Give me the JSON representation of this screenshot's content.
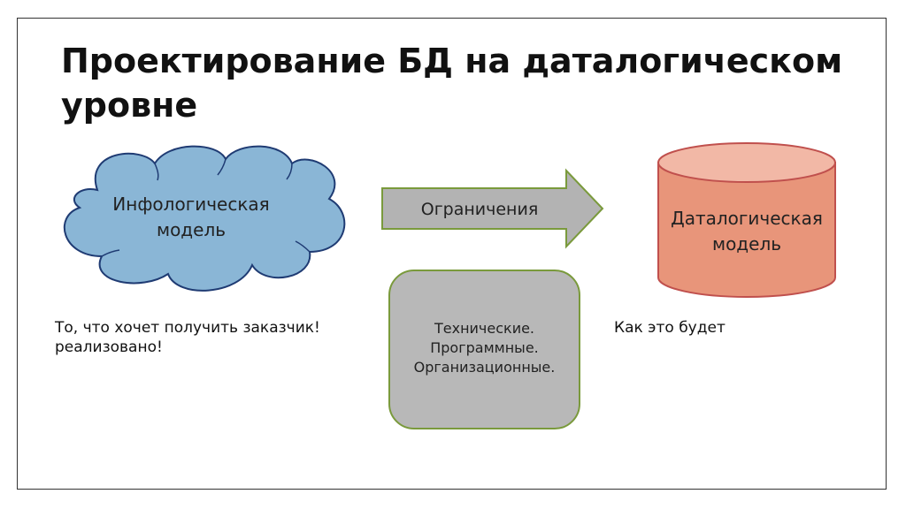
{
  "title": {
    "line1": "Проектирование БД на даталогическом",
    "line2": "уровне"
  },
  "cloud": {
    "line1": "Инфологическая",
    "line2": "модель",
    "fill": "#8ab6d6",
    "stroke": "#1f3b73"
  },
  "arrow": {
    "label": "Ограничения",
    "fill": "#b3b3b3",
    "stroke": "#7a9a3c"
  },
  "constraints_box": {
    "line1": "Технические.",
    "line2": "Программные.",
    "line3": "Организационные.",
    "fill": "#b8b8b8",
    "stroke": "#7a9a3c"
  },
  "cylinder": {
    "line1": "Даталогическая",
    "line2": "модель",
    "fill": "#e8957a",
    "top_fill": "#f2b8a6",
    "stroke": "#c0504d"
  },
  "captions": {
    "left_line1": "То, что хочет получить заказчик!",
    "left_line2": "реализовано!",
    "right": "Как это будет"
  }
}
